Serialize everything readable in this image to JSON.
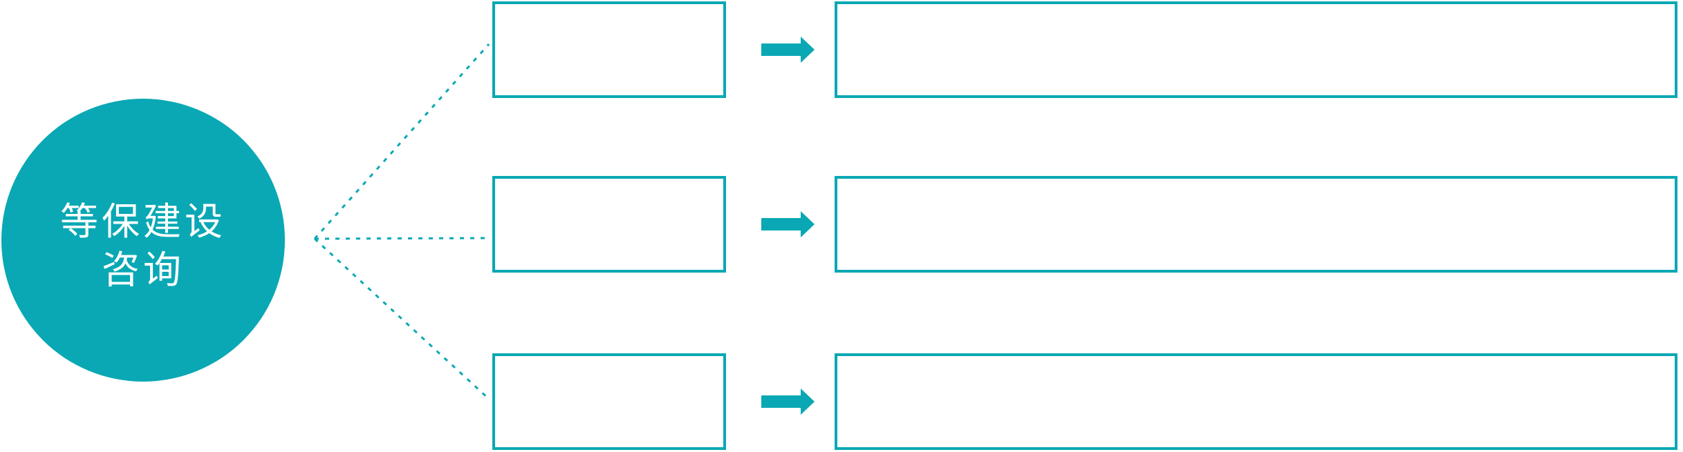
{
  "diagram": {
    "circle": {
      "line1": "等保建设",
      "line2": "咨询"
    },
    "colors": {
      "accent": "#09a8b4",
      "circle_text": "#ffffff",
      "background": "#ffffff"
    },
    "icons": {
      "arrow": "right-arrow-icon",
      "connector": "dotted-line"
    },
    "rows": [
      {
        "id": "row-1",
        "small_box_text": "",
        "big_box_text": ""
      },
      {
        "id": "row-2",
        "small_box_text": "",
        "big_box_text": ""
      },
      {
        "id": "row-3",
        "small_box_text": "",
        "big_box_text": ""
      }
    ]
  }
}
